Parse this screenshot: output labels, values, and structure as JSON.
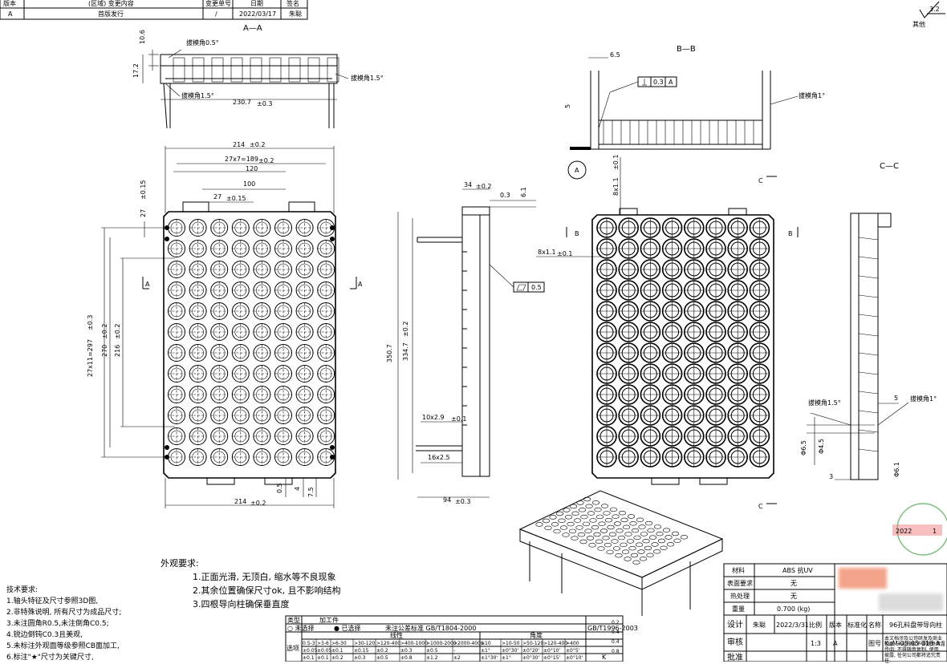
{
  "revision_table": {
    "headers": [
      "版本",
      "(区域) 变更内容",
      "变更单号",
      "日期",
      "签名"
    ],
    "row": [
      "A",
      "首版发行",
      "/",
      "2022/03/17",
      "朱聪"
    ]
  },
  "roughness": {
    "value": "3.2",
    "label": "其他"
  },
  "views": {
    "aa": "A—A",
    "bb": "B—B",
    "cc": "C—C"
  },
  "section_marks": {
    "a": "A",
    "b": "B",
    "c": "C"
  },
  "dims": {
    "d_10_6": "10.6",
    "d_17_2": "17.2",
    "d_230_7": "230.7",
    "tol_03": "±0.3",
    "tol_02": "±0.2",
    "tol_015": "±0.15",
    "tol_01": "±0.1",
    "draft_05": "拔模角0.5°",
    "draft_15": "拔模角1.5°",
    "draft_1": "拔模角1°",
    "d_214": "214",
    "d_27x7": "27x7=189",
    "d_120": "120",
    "d_100": "100",
    "d_27": "27",
    "d_27x11": "27x11=297",
    "d_270": "270",
    "d_216": "216",
    "d_0_5": "0.5",
    "d_4": "4",
    "d_7_5": "7.5",
    "d_34": "34",
    "d_0_3": "0.3",
    "d_6_1": "6.1",
    "d_350_7": "350.7",
    "d_334_7": "334.7",
    "d_10x2_9": "10x2.9",
    "d_16x2_5": "16x2.5",
    "d_94": "94",
    "d_6_5": "6.5",
    "d_5": "5",
    "d_8x1_1": "8x1.1",
    "d_phi6_5": "Φ6.5",
    "d_phi4_5": "Φ4.5",
    "d_phi6_1": "Φ6.1",
    "d_3": "3",
    "flat_05": "0.5",
    "perp_03": "0.3",
    "datum_a": "A"
  },
  "appearance_notes": {
    "title": "外观要求:",
    "items": [
      "1.正面光滑, 无顶白, 缩水等不良现象",
      "2.其余位置确保尺寸ok, 且不影响结构",
      "3.四根导向柱确保垂直度"
    ]
  },
  "tech_notes": {
    "title": "技术要求:",
    "items": [
      "1.轴头特征及尺寸参照3D图,",
      "2.非特殊说明, 所有尺寸为成品尺寸;",
      "3.未注圆角R0.5,未注倒角C0.5;",
      "4.锐边倒钝C0.3且美观,",
      "5.未标注外观面等级参照CB面加工,",
      "6.标注\"★\"尺寸为关键尺寸,"
    ]
  },
  "tolerance_table": {
    "row1": [
      "类型",
      "加工件"
    ],
    "row2": [
      "○ 未选择",
      "● 已选择",
      "未注公差标准 GB/T1804-2000"
    ],
    "group_linear": "线性",
    "group_angle": "角度",
    "std2": "GB/T1996-2003",
    "ranges": [
      "0.5-3",
      ">3-6",
      ">6-30",
      ">30-120",
      ">120-400",
      ">400-1000",
      ">1000-2000",
      ">2000-4000",
      "≤10",
      ">10-50",
      ">50-120",
      ">120-400",
      ">400"
    ],
    "row_a": [
      "±0.05",
      "±0.05",
      "±0.1",
      "±0.15",
      "±0.2",
      "±0.3",
      "±0.5",
      "-",
      "±1°",
      "±0°30'",
      "±0°20'",
      "±0°10'",
      "±0°5'"
    ],
    "row_b": [
      "±0.1",
      "±0.1",
      "±0.2",
      "±0.3",
      "±0.5",
      "±0.8",
      "±1.2",
      "±2",
      "±1°30'",
      "±1°",
      "±0°30'",
      "±0°15'",
      "±0°10'"
    ],
    "label_sel": "选项",
    "flat_vals": [
      "0.2",
      "0.4",
      "0.4",
      "0.8"
    ],
    "grade_k": "K"
  },
  "title_block": {
    "material_label": "材料",
    "material": "ABS 抗UV",
    "surface_label": "表面要求",
    "surface": "无",
    "heat_label": "热处理",
    "heat": "无",
    "weight_label": "重量",
    "weight": "0.700 (kg)",
    "design_label": "设计",
    "designer": "朱聪",
    "date": "2022/3/31",
    "scale_label": "比例",
    "version_label": "版本",
    "std_label": "标准化",
    "name_label": "名称",
    "name": "96孔料盘带导向柱",
    "check_label": "审核",
    "scale": "1:3",
    "version": "A",
    "number_label": "图号",
    "number": "KuM-03-05-018-A",
    "approve_label": "批准",
    "notice": "本文档涉及公司研发及商业信息, 未经授权不得随意泄露传阅; 不得随意复制, 使用, 披露, 任何公司都将追究责任."
  },
  "stamp": {
    "text": "2022",
    "text2": "1"
  }
}
